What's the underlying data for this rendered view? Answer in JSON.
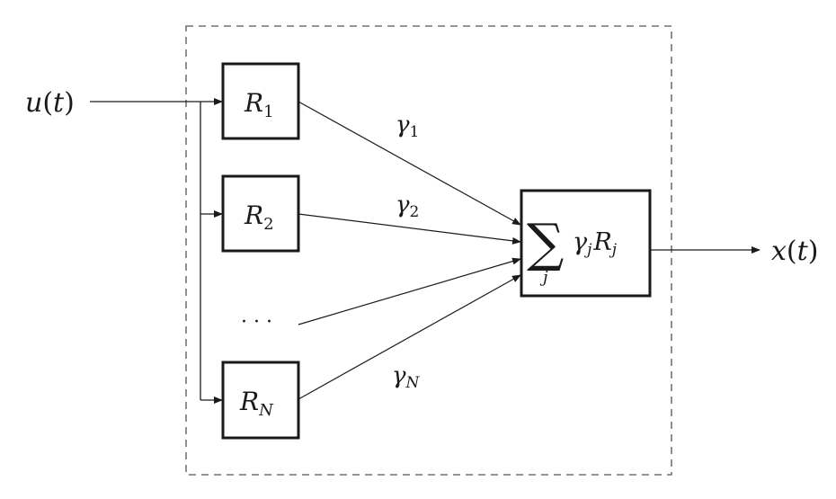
{
  "diagram": {
    "input": {
      "var": "u",
      "arg": "t"
    },
    "output": {
      "var": "x",
      "arg": "t"
    },
    "reservoirs": [
      {
        "name": "R",
        "sub": "1",
        "weight": {
          "name": "γ",
          "sub": "1"
        }
      },
      {
        "name": "R",
        "sub": "2",
        "weight": {
          "name": "γ",
          "sub": "2"
        }
      },
      {
        "name": "R",
        "sub": "N",
        "weight": {
          "name": "γ",
          "sub": "N"
        }
      }
    ],
    "ellipsis": "· · ·",
    "sum": {
      "symbol": "∑",
      "index": "j",
      "term_weight": "γ",
      "term_weight_sub": "j",
      "term_res": "R",
      "term_res_sub": "j"
    },
    "colors": {
      "stroke": "#1a1a1a",
      "dashed": "#555555"
    }
  }
}
